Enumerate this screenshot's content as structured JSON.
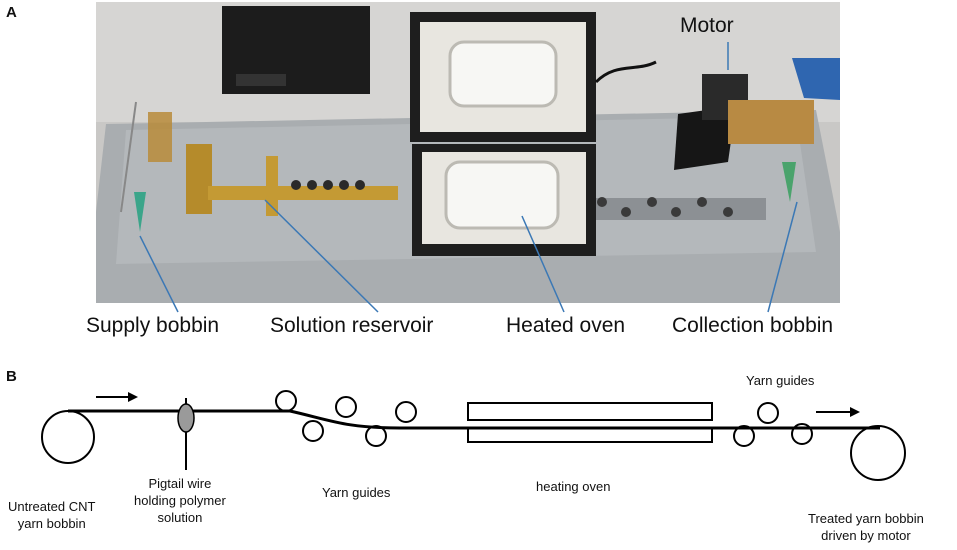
{
  "panel_a": {
    "letter": "A",
    "motor_label": "Motor",
    "callouts": {
      "supply": "Supply bobbin",
      "reservoir": "Solution reservoir",
      "oven": "Heated oven",
      "collection": "Collection bobbin"
    }
  },
  "panel_b": {
    "letter": "B",
    "labels": {
      "untreated_l1": "Untreated CNT",
      "untreated_l2": "yarn bobbin",
      "pigtail_l1": "Pigtail wire",
      "pigtail_l2": "holding polymer",
      "pigtail_l3": "solution",
      "guides_mid": "Yarn guides",
      "oven": "heating oven",
      "guides_right": "Yarn guides",
      "treated_l1": "Treated yarn bobbin",
      "treated_l2": "driven by motor"
    }
  },
  "colors": {
    "callout_line": "#3b78b5",
    "diagram_stroke": "#000000",
    "pigtail_fill": "#9a9a9a"
  }
}
